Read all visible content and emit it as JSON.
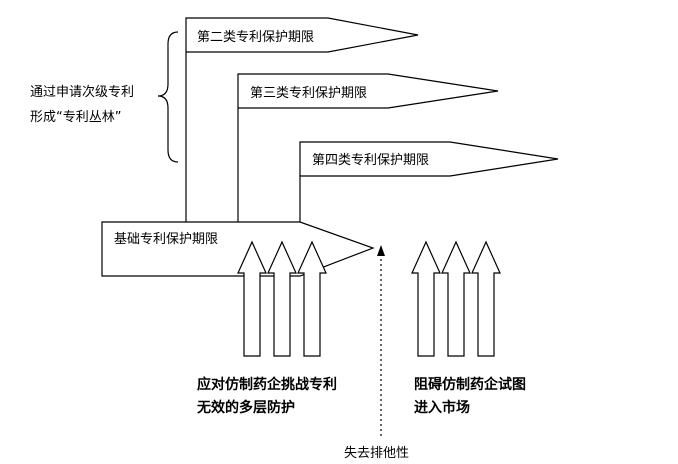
{
  "diagram": {
    "arrows": {
      "type2_period": "第二类专利保护期限",
      "type3_period": "第三类专利保护期限",
      "type4_period": "第四类专利保护期限",
      "base_period": "基础专利保护期限"
    },
    "brace_label": {
      "line1": "通过申请次级专利",
      "line2": "形成“专利丛林”"
    },
    "left_caption": {
      "line1": "应对仿制药企挑战专利",
      "line2": "无效的多层防护",
      "color": "#0a0aa0"
    },
    "right_caption": {
      "line1": "阻碍仿制药企试图",
      "line2": "进入市场",
      "color": "#e00000"
    },
    "bottom_caption": "失去排他性"
  }
}
